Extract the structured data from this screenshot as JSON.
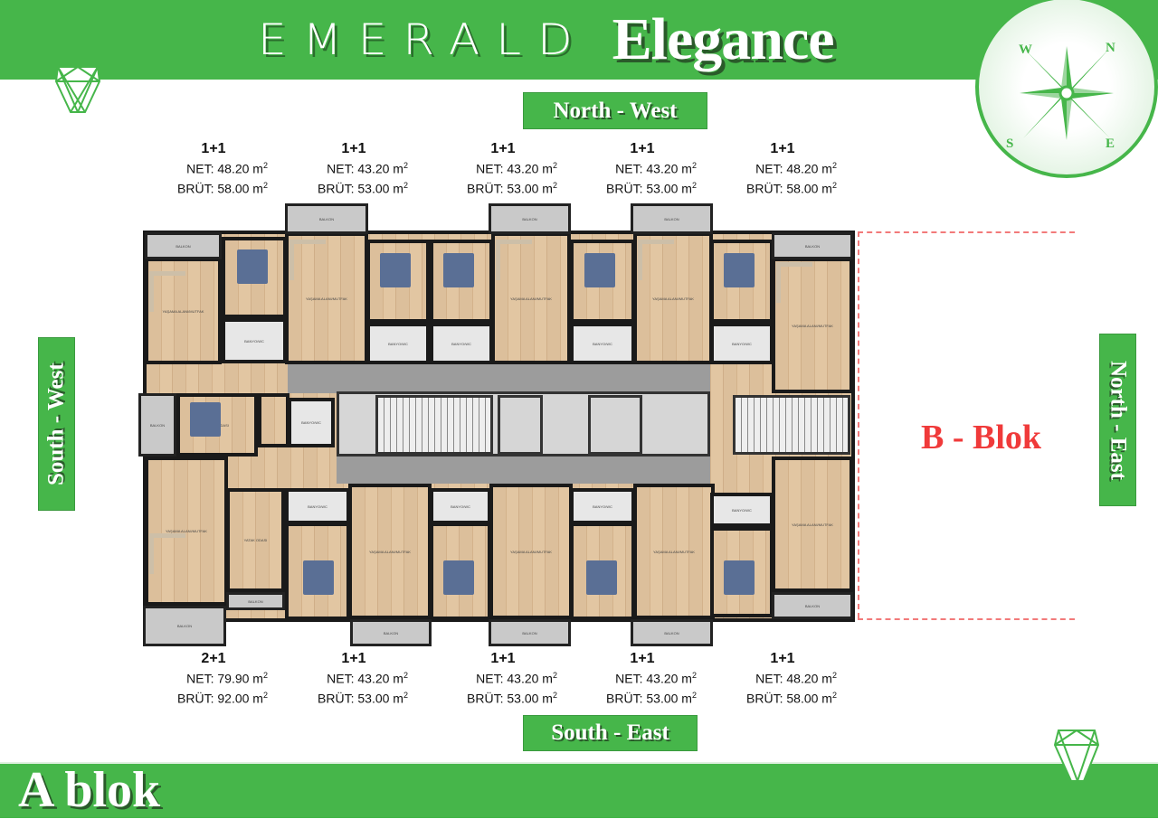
{
  "header": {
    "title_part1": "EMERALD",
    "title_part2": "Elegance"
  },
  "compass": {
    "n": "N",
    "s": "S",
    "e": "E",
    "w": "W"
  },
  "orientation": {
    "top": "North - West",
    "bottom": "South - East",
    "left": "South - West",
    "right": "North - East"
  },
  "top_units": [
    {
      "type": "1+1",
      "net": "NET: 48.20 m",
      "brut": "BRÜT: 58.00 m"
    },
    {
      "type": "1+1",
      "net": "NET: 43.20 m",
      "brut": "BRÜT: 53.00 m"
    },
    {
      "type": "1+1",
      "net": "NET: 43.20 m",
      "brut": "BRÜT: 53.00 m"
    },
    {
      "type": "1+1",
      "net": "NET: 43.20 m",
      "brut": "BRÜT: 53.00 m"
    },
    {
      "type": "1+1",
      "net": "NET: 48.20 m",
      "brut": "BRÜT: 58.00 m"
    }
  ],
  "bottom_units": [
    {
      "type": "2+1",
      "net": "NET: 79.90 m",
      "brut": "BRÜT: 92.00 m"
    },
    {
      "type": "1+1",
      "net": "NET: 43.20 m",
      "brut": "BRÜT: 53.00 m"
    },
    {
      "type": "1+1",
      "net": "NET: 43.20 m",
      "brut": "BRÜT: 53.00 m"
    },
    {
      "type": "1+1",
      "net": "NET: 43.20 m",
      "brut": "BRÜT: 53.00 m"
    },
    {
      "type": "1+1",
      "net": "NET: 48.20 m",
      "brut": "BRÜT: 58.00 m"
    }
  ],
  "unit_superscript": "2",
  "plan_labels": {
    "balcony": "BALKON",
    "bedroom": "YATAK ODASI",
    "living": "YAŞAMA ALANI/MUTFAK",
    "bathroom": "BANYO/WC"
  },
  "blocks": {
    "current": "A blok",
    "adjacent": "B - Blok"
  },
  "colors": {
    "brand_green": "#46b64a",
    "adjacent_block_red": "#f03a3a"
  }
}
